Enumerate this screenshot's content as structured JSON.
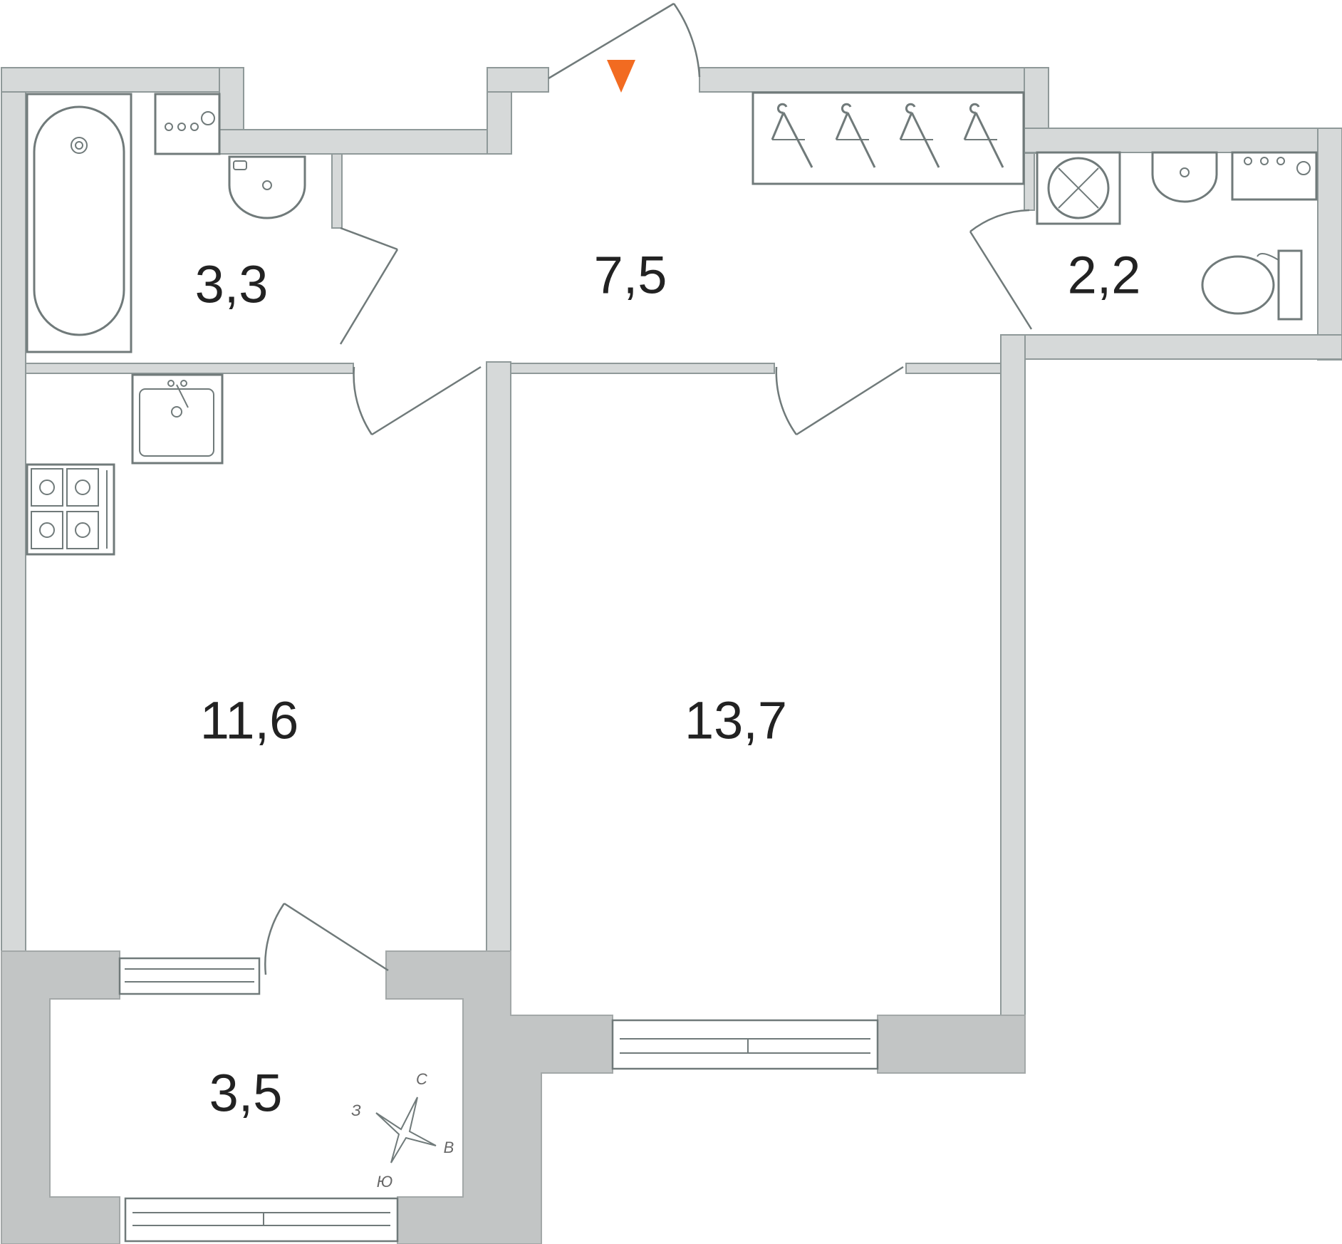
{
  "plan": {
    "rooms": [
      {
        "id": "bathroom",
        "area": "3,3"
      },
      {
        "id": "hallway",
        "area": "7,5"
      },
      {
        "id": "wc",
        "area": "2,2"
      },
      {
        "id": "kitchen",
        "area": "11,6"
      },
      {
        "id": "bedroom",
        "area": "13,7"
      },
      {
        "id": "balcony",
        "area": "3,5"
      }
    ],
    "entrance_marker_color": "#f26b21",
    "compass": {
      "north": "С",
      "south": "Ю",
      "east": "В",
      "west": "З"
    }
  }
}
